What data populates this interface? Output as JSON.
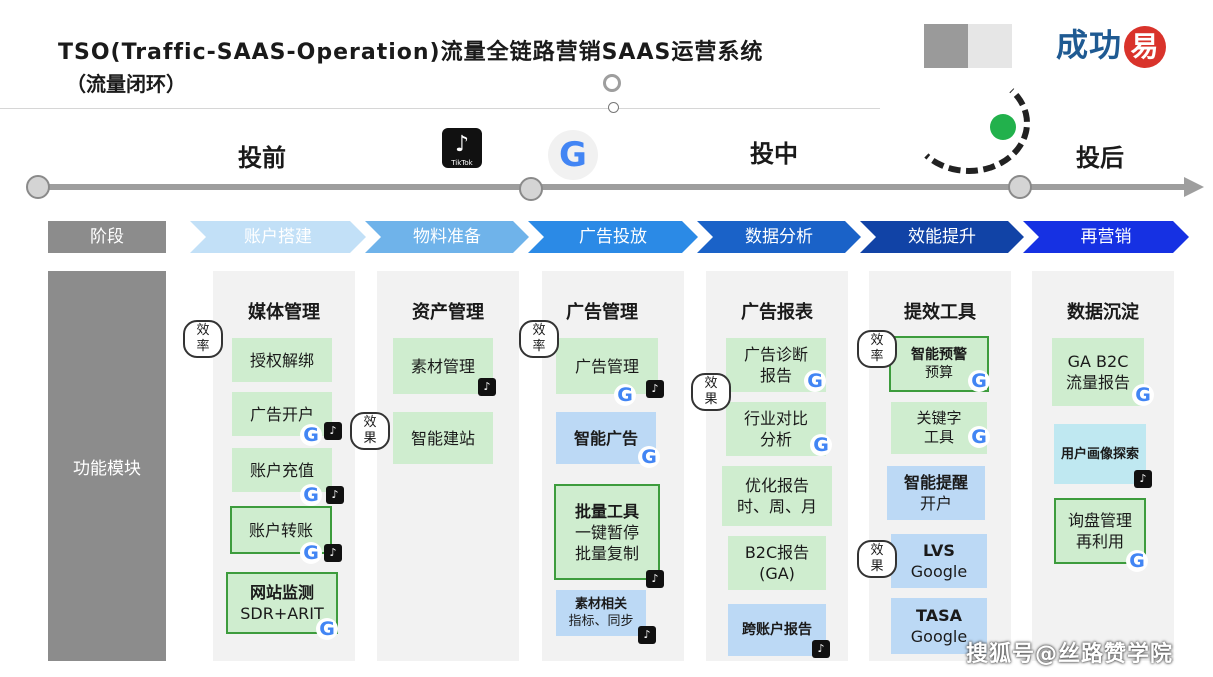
{
  "header": {
    "title_line1": "TSO(Traffic-SAAS-Operation)流量全链路营销SAAS运营系统",
    "title_line2": "（流量闭环）",
    "logo_text": "成功",
    "logo_badge": "易"
  },
  "timeline": {
    "phases": [
      "投前",
      "投中",
      "投后"
    ],
    "tiktok_label": "TikTok",
    "google_mark": "G"
  },
  "stages": {
    "row_label": "阶段",
    "items": [
      "账户搭建",
      "物料准备",
      "广告投放",
      "数据分析",
      "效能提升",
      "再营销"
    ],
    "colors": [
      "#c2e0f7",
      "#6fb3ea",
      "#2b8ae6",
      "#1a62c8",
      "#1143a6",
      "#1631e3"
    ]
  },
  "modules": {
    "row_label": "功能模块",
    "columns": [
      {
        "title": "媒体管理",
        "boxes": [
          "授权解绑",
          "广告开户",
          "账户充值",
          "账户转账",
          "网站监测",
          "SDR+ARIT"
        ]
      },
      {
        "title": "资产管理",
        "boxes": [
          "素材管理",
          "智能建站"
        ]
      },
      {
        "title": "广告管理",
        "boxes": [
          "广告管理",
          "智能广告",
          "批量工具",
          "一键暂停",
          "批量复制",
          "素材相关",
          "指标、同步"
        ]
      },
      {
        "title": "广告报表",
        "boxes": [
          "广告诊断",
          "报告",
          "行业对比",
          "分析",
          "优化报告",
          "时、周、月",
          "B2C报告",
          "(GA)",
          "跨账户报告"
        ]
      },
      {
        "title": "提效工具",
        "boxes": [
          "智能预警",
          "预算",
          "关键字",
          "工具",
          "智能提醒",
          "开户",
          "LVS",
          "Google",
          "TASA",
          "Google"
        ]
      },
      {
        "title": "数据沉淀",
        "boxes": [
          "GA  B2C",
          "流量报告",
          "用户画像探索",
          "询盘管理",
          "再利用"
        ]
      }
    ]
  },
  "tags": {
    "efficiency": [
      "效",
      "率"
    ],
    "effect": [
      "效",
      "果"
    ]
  },
  "watermark": "搜狐号@丝路赞学院"
}
